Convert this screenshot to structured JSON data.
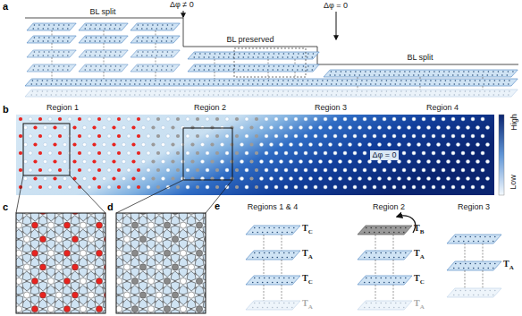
{
  "diagram": {
    "labels": [
      "a",
      "BL split",
      "Δφ ≠ 0",
      "BL preserved",
      "Δφ = 0",
      "BL split",
      "b",
      "Region 1",
      "Region 2",
      "Region 3",
      "Region 4",
      "Δφ = 0",
      "High",
      "Low",
      "c",
      "d",
      "e",
      "Regions 1 & 4",
      "Region 2",
      "Region 3",
      "TC",
      "TA",
      "TC",
      "TA",
      "TB",
      "TA",
      "TC",
      "TA",
      "TA"
    ]
  }
}
